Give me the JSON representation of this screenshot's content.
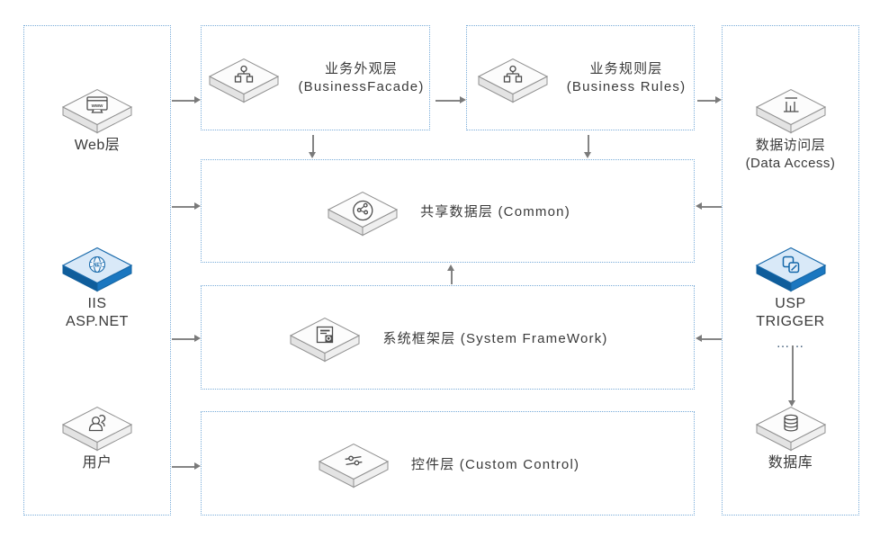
{
  "client_tier": {
    "web": {
      "label": "Web层"
    },
    "iis": {
      "lines": [
        "IIS",
        "ASP.NET"
      ]
    },
    "user": {
      "label": "用户"
    }
  },
  "layers": {
    "facade": {
      "title_cn": "业务外观层",
      "title_en": "(BusinessFacade)"
    },
    "rules": {
      "title_cn": "业务规则层",
      "title_en": "(Business Rules)"
    },
    "common": {
      "label": "共享数据层 (Common)"
    },
    "framework": {
      "label": "系统框架层 (System FrameWork)"
    },
    "control": {
      "label": "控件层 (Custom Control)"
    }
  },
  "data_tier": {
    "data_access": {
      "title_cn": "数据访问层",
      "title_en": "(Data Access)"
    },
    "usp": {
      "lines": [
        "USP",
        "TRIGGER",
        "……"
      ]
    },
    "database": {
      "label": "数据库"
    }
  },
  "icons": {
    "web": "browser-window-icon",
    "iis": "dotnet-globe-icon",
    "user": "person-icon",
    "facade": "sitemap-icon",
    "rules": "sitemap-icon",
    "common": "share-cloud-icon",
    "framework": "form-document-icon",
    "control": "sliders-icon",
    "data_access": "bar-chart-icon",
    "usp": "stored-procedure-icon",
    "database": "database-cylinder-icon"
  },
  "colors": {
    "dotted_border": "#79acd9",
    "arrow": "#7a7a7a",
    "text": "#3a3a3a",
    "blue_tile_top": "#d9e9f8",
    "blue_tile_side_left": "#0f5d9b",
    "blue_tile_side_right": "#1b77c0",
    "white_tile_top": "#fcfcfc",
    "tile_outline": "#909090"
  }
}
